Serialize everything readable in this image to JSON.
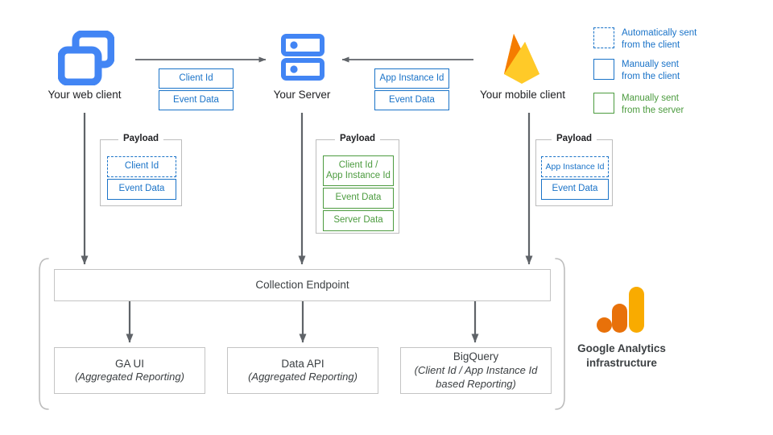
{
  "nodes": {
    "web_client": {
      "label": "Your web client",
      "icon": "browser-windows-icon"
    },
    "server": {
      "label": "Your Server",
      "icon": "server-racks-icon"
    },
    "mobile_client": {
      "label": "Your mobile client",
      "icon": "firebase-flame-icon"
    }
  },
  "transit": {
    "web_to_server": [
      {
        "label": "Client Id",
        "style": "solid-blue"
      },
      {
        "label": "Event Data",
        "style": "solid-blue"
      }
    ],
    "mobile_to_server": [
      {
        "label": "App Instance Id",
        "style": "solid-blue"
      },
      {
        "label": "Event Data",
        "style": "solid-blue"
      }
    ]
  },
  "payloads": {
    "title": "Payload",
    "web": [
      {
        "label": "Client Id",
        "style": "dashed-blue"
      },
      {
        "label": "Event Data",
        "style": "solid-blue"
      }
    ],
    "server": [
      {
        "label": "Client Id /\nApp Instance Id",
        "line1": "Client Id /",
        "line2": "App Instance Id",
        "style": "solid-green"
      },
      {
        "label": "Event Data",
        "style": "solid-green"
      },
      {
        "label": "Server Data",
        "style": "solid-green"
      }
    ],
    "mobile": [
      {
        "label": "App Instance Id",
        "style": "dashed-blue"
      },
      {
        "label": "Event Data",
        "style": "solid-blue"
      }
    ]
  },
  "infrastructure": {
    "collection_endpoint": "Collection Endpoint",
    "outputs": [
      {
        "title": "GA UI",
        "subtitle": "(Aggregated Reporting)"
      },
      {
        "title": "Data API",
        "subtitle": "(Aggregated Reporting)"
      },
      {
        "title": "BigQuery",
        "subtitle_line1": "(Client Id / App Instance Id",
        "subtitle_line2": "based Reporting)"
      }
    ],
    "brand_label_line1": "Google Analytics",
    "brand_label_line2": "infrastructure",
    "brand_icon": "google-analytics-logo"
  },
  "legend": {
    "items": [
      {
        "swatch": "blue-dashed",
        "line1": "Automatically sent",
        "line2": "from the client",
        "color": "#1a73c8"
      },
      {
        "swatch": "blue-solid",
        "line1": "Manually sent",
        "line2": "from the client",
        "color": "#1a73c8"
      },
      {
        "swatch": "green-solid",
        "line1": "Manually sent",
        "line2": "from the server",
        "color": "#4c9b3f"
      }
    ]
  },
  "colors": {
    "blue": "#1a73c8",
    "icon_blue": "#4285f4",
    "green": "#4c9b3f",
    "arrow_gray": "#5f6368",
    "box_gray": "#c4c4c4",
    "ga_orange": "#e8710a",
    "ga_yellow": "#f9ab00",
    "firebase_amber": "#ffa000",
    "firebase_yellow": "#ffca28",
    "firebase_orange": "#f57c00"
  }
}
